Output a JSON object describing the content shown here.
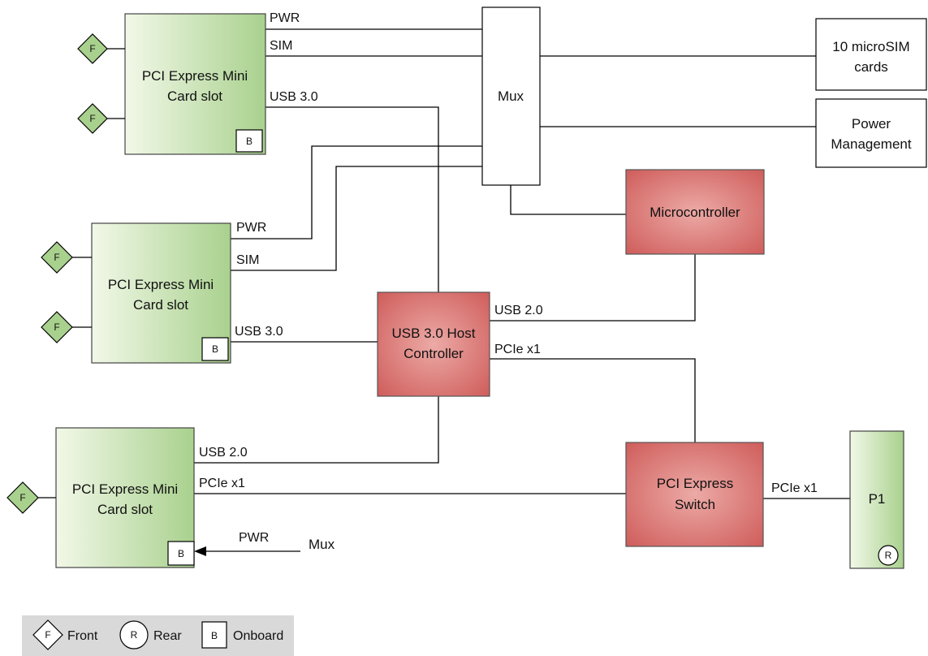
{
  "colors": {
    "card_fill_light": "#f2f8e8",
    "card_fill_dark": "#a9d18e",
    "red_fill_light": "#ecaaa6",
    "red_fill_dark": "#cf5d5b",
    "marker_fill": "#a9d18e",
    "legend_bg": "#d9d9d9",
    "line": "#000000"
  },
  "cards": [
    {
      "line1": "PCI Express Mini",
      "line2": "Card slot",
      "badge": "B"
    },
    {
      "line1": "PCI Express Mini",
      "line2": "Card slot",
      "badge": "B"
    },
    {
      "line1": "PCI Express Mini",
      "line2": "Card slot",
      "badge": "B"
    }
  ],
  "front_marker": "F",
  "rear_marker": "R",
  "blocks": {
    "mux": "Mux",
    "microsim": {
      "line1": "10 microSIM",
      "line2": "cards"
    },
    "power": {
      "line1": "Power",
      "line2": "Management"
    },
    "micro": "Microcontroller",
    "usbhost": {
      "line1": "USB 3.0 Host",
      "line2": "Controller"
    },
    "switch": {
      "line1": "PCI Express",
      "line2": "Switch"
    },
    "p1": "P1"
  },
  "signals": {
    "c1_pwr": "PWR",
    "c1_sim": "SIM",
    "c1_usb": "USB 3.0",
    "c2_pwr": "PWR",
    "c2_sim": "SIM",
    "c2_usb": "USB 3.0",
    "c3_usb": "USB 2.0",
    "c3_pcie": "PCIe x1",
    "c3_pwr": "PWR",
    "c3_mux": "Mux",
    "host_usb2": "USB 2.0",
    "host_pcie": "PCIe x1",
    "switch_pcie": "PCIe x1"
  },
  "legend": {
    "front_symbol": "F",
    "front_label": "Front",
    "rear_symbol": "R",
    "rear_label": "Rear",
    "onboard_symbol": "B",
    "onboard_label": "Onboard"
  }
}
